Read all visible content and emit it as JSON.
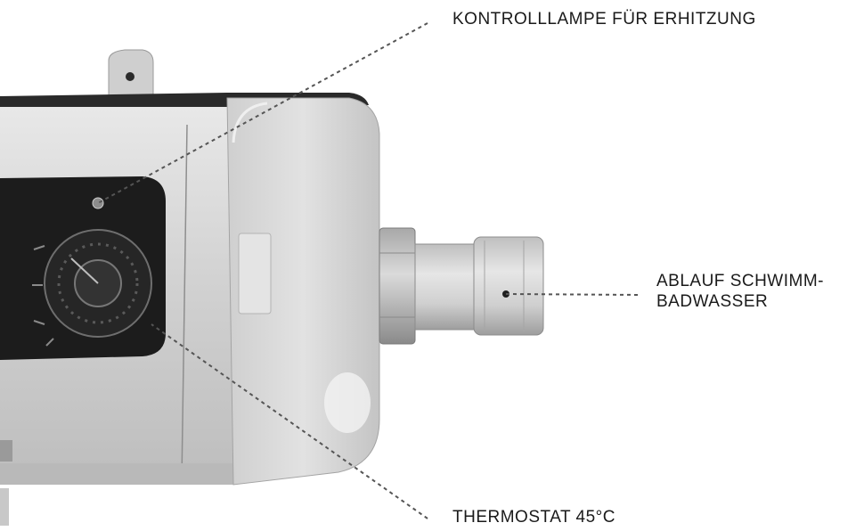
{
  "callouts": {
    "heating_lamp": "KONTROLLLAMPE FÜR ERHITZUNG",
    "outlet_line1": "ABLAUF SCHWIMM-",
    "outlet_line2": "BADWASSER",
    "thermostat": "THERMOSTAT 45°C"
  },
  "colors": {
    "body_light": "#d4d4d4",
    "body_top": "#2a2a2a",
    "panel_dark": "#1c1c1c",
    "leader_line": "#555555"
  }
}
